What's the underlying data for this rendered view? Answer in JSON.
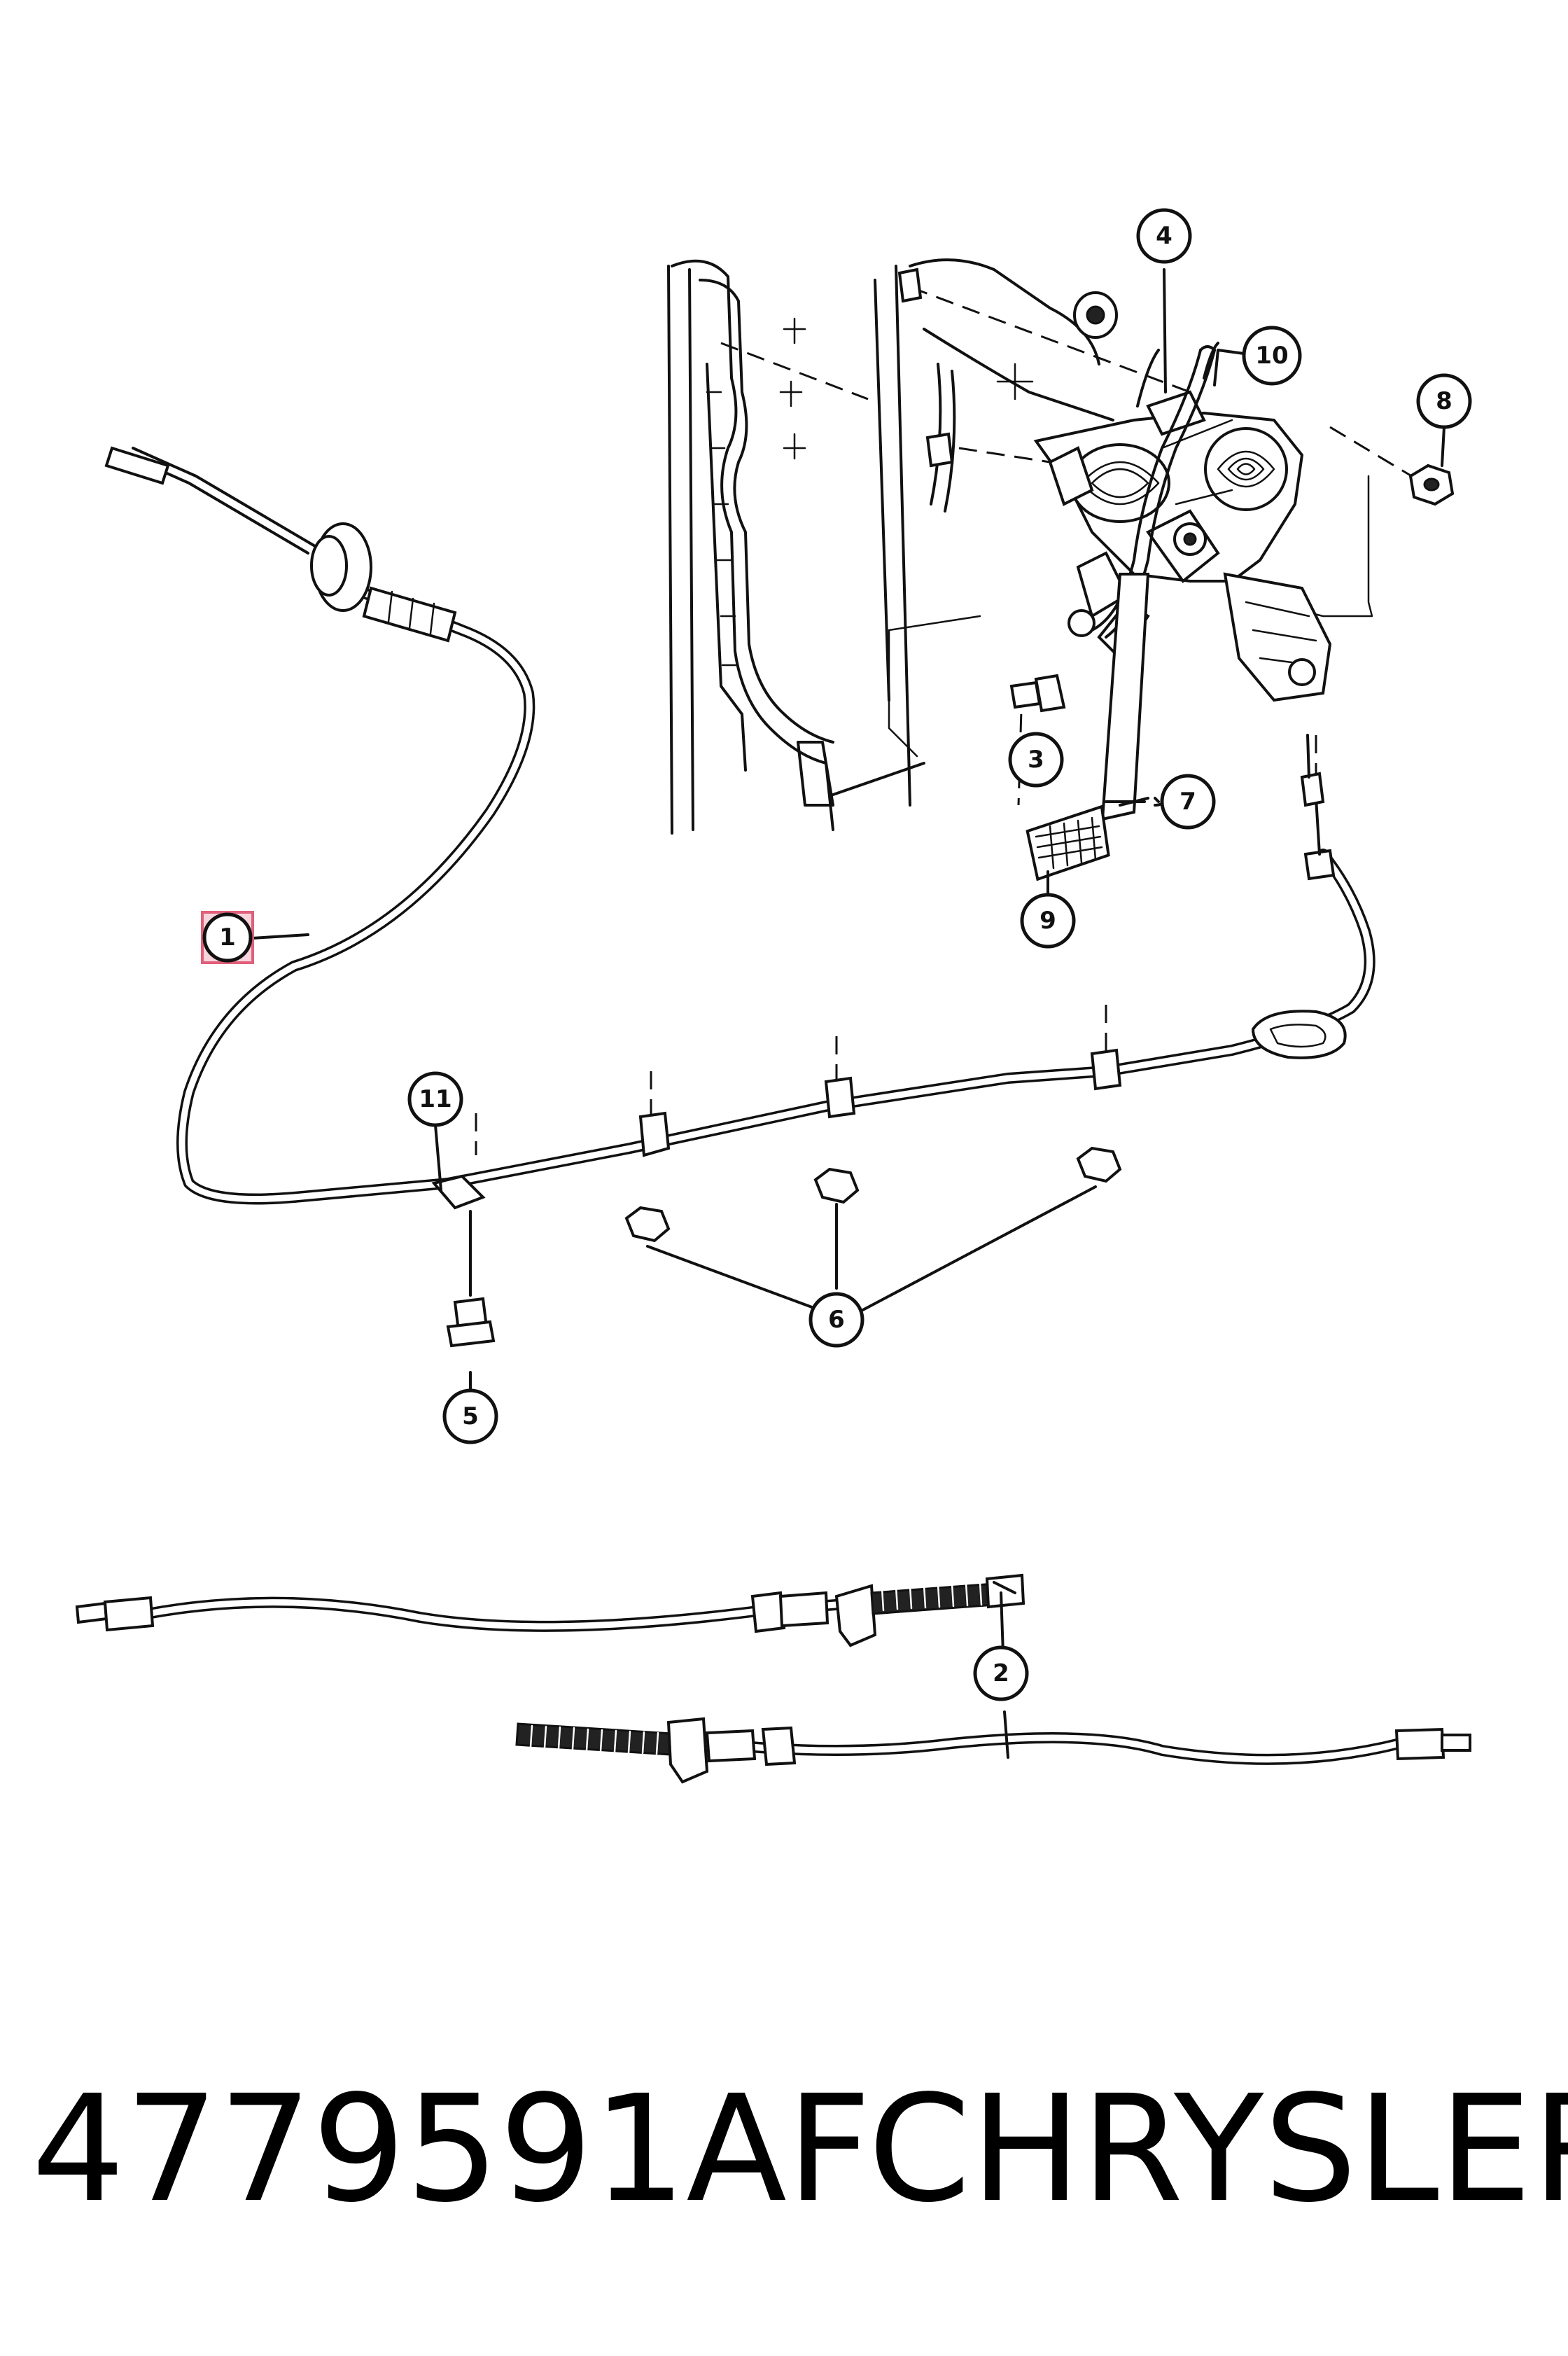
{
  "callouts": [
    {
      "id": "1",
      "label": "1"
    },
    {
      "id": "2",
      "label": "2"
    },
    {
      "id": "3",
      "label": "3"
    },
    {
      "id": "4",
      "label": "4"
    },
    {
      "id": "5",
      "label": "5"
    },
    {
      "id": "6",
      "label": "6"
    },
    {
      "id": "7",
      "label": "7"
    },
    {
      "id": "8",
      "label": "8"
    },
    {
      "id": "9",
      "label": "9"
    },
    {
      "id": "10",
      "label": "10"
    },
    {
      "id": "11",
      "label": "11"
    }
  ],
  "caption": {
    "part_number": "4779591AF",
    "brand": "CHRYSLER"
  },
  "colors": {
    "line": "#111111",
    "highlight_fill": "#f7d4dc",
    "highlight_stroke": "#e0607a"
  }
}
